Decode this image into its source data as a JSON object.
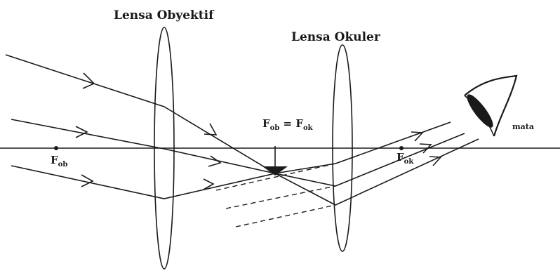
{
  "labels": {
    "objective_lens": "Lensa Obyektif",
    "eyepiece_lens": "Lensa Okuler",
    "eye": "mata",
    "f_ob": {
      "main": "F",
      "sub": "ob"
    },
    "f_ok": {
      "main": "F",
      "sub": "ok"
    },
    "focus_eq": {
      "left_main": "F",
      "left_sub": "ob",
      "equals": " = ",
      "right_main": "F",
      "right_sub": "ok"
    }
  },
  "colors": {
    "line": "#1a1a1a",
    "background": "#ffffff"
  },
  "icons": {
    "eye": "eye-icon"
  }
}
